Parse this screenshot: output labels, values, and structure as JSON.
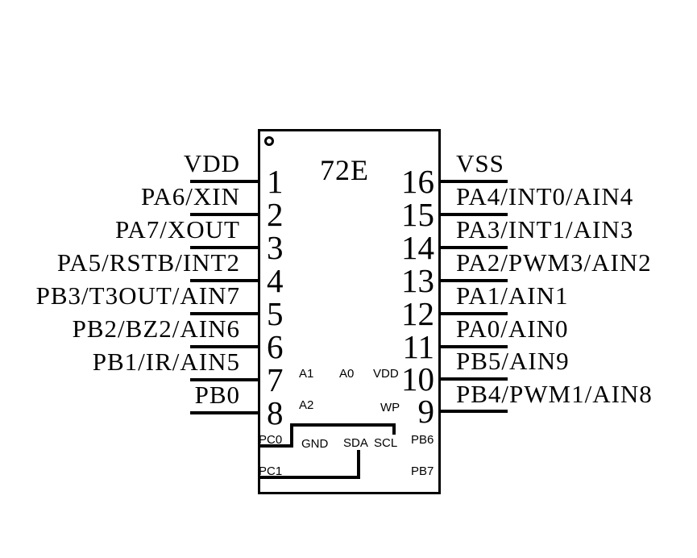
{
  "chip": {
    "title": "72E",
    "colors": {
      "ink": "#000000",
      "background": "#ffffff"
    },
    "left_pins": [
      {
        "num": "1",
        "label": "VDD"
      },
      {
        "num": "2",
        "label": "PA6/XIN"
      },
      {
        "num": "3",
        "label": "PA7/XOUT"
      },
      {
        "num": "4",
        "label": "PA5/RSTB/INT2"
      },
      {
        "num": "5",
        "label": "PB3/T3OUT/AIN7"
      },
      {
        "num": "6",
        "label": "PB2/BZ2/AIN6"
      },
      {
        "num": "7",
        "label": "PB1/IR/AIN5"
      },
      {
        "num": "8",
        "label": "PB0"
      }
    ],
    "right_pins": [
      {
        "num": "16",
        "label": "VSS"
      },
      {
        "num": "15",
        "label": "PA4/INT0/AIN4"
      },
      {
        "num": "14",
        "label": "PA3/INT1/AIN3"
      },
      {
        "num": "13",
        "label": "PA2/PWM3/AIN2"
      },
      {
        "num": "12",
        "label": "PA1/AIN1"
      },
      {
        "num": "11",
        "label": "PA0/AIN0"
      },
      {
        "num": "10",
        "label": "PB5/AIN9"
      },
      {
        "num": "9",
        "label": "PB4/PWM1/AIN8"
      }
    ],
    "internal_pads": {
      "a1": "A1",
      "a0": "A0",
      "vdd": "VDD",
      "a2": "A2",
      "wp": "WP",
      "pc0": "PC0",
      "gnd": "GND",
      "sda": "SDA",
      "scl": "SCL",
      "pb6": "PB6",
      "pc1": "PC1",
      "pb7": "PB7"
    }
  }
}
